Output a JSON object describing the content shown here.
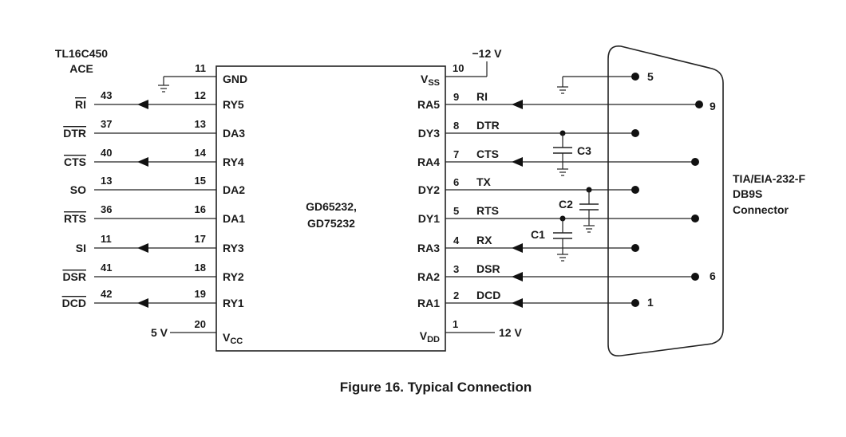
{
  "ace_title": [
    "TL16C450",
    "ACE"
  ],
  "chip": {
    "name_lines": [
      "GD65232,",
      "GD75232"
    ],
    "gnd": "GND",
    "vss_base": "V",
    "vss_sub": "SS",
    "vcc_base": "V",
    "vcc_sub": "CC",
    "vdd_base": "V",
    "vdd_sub": "DD",
    "left_pins": [
      "11",
      "12",
      "13",
      "14",
      "15",
      "16",
      "17",
      "18",
      "19",
      "20"
    ],
    "left_labels": [
      "RY5",
      "DA3",
      "RY4",
      "DA2",
      "DA1",
      "RY3",
      "RY2",
      "RY1"
    ],
    "right_pins": [
      "10",
      "9",
      "8",
      "7",
      "6",
      "5",
      "4",
      "3",
      "2",
      "1"
    ],
    "right_labels": [
      "RA5",
      "DY3",
      "RA4",
      "DY2",
      "DY1",
      "RA3",
      "RA2",
      "RA1"
    ]
  },
  "ace_signals": [
    {
      "name": "RI",
      "pin": "43",
      "overbar": true
    },
    {
      "name": "DTR",
      "pin": "37",
      "overbar": true
    },
    {
      "name": "CTS",
      "pin": "40",
      "overbar": true
    },
    {
      "name": "SO",
      "pin": "13",
      "overbar": false
    },
    {
      "name": "RTS",
      "pin": "36",
      "overbar": true
    },
    {
      "name": "SI",
      "pin": "11",
      "overbar": false
    },
    {
      "name": "DSR",
      "pin": "41",
      "overbar": true
    },
    {
      "name": "DCD",
      "pin": "42",
      "overbar": true
    }
  ],
  "line_signals": [
    "RI",
    "DTR",
    "CTS",
    "TX",
    "RTS",
    "RX",
    "DSR",
    "DCD"
  ],
  "supplies": {
    "neg": "−12 V",
    "pos": "12 V",
    "vcc": "5 V"
  },
  "capacitors": [
    "C3",
    "C2",
    "C1"
  ],
  "connector_pins": [
    "5",
    "9",
    "6",
    "1"
  ],
  "connector_label": [
    "TIA/EIA-232-F",
    "DB9S",
    "Connector"
  ],
  "caption": "Figure 16. Typical Connection"
}
